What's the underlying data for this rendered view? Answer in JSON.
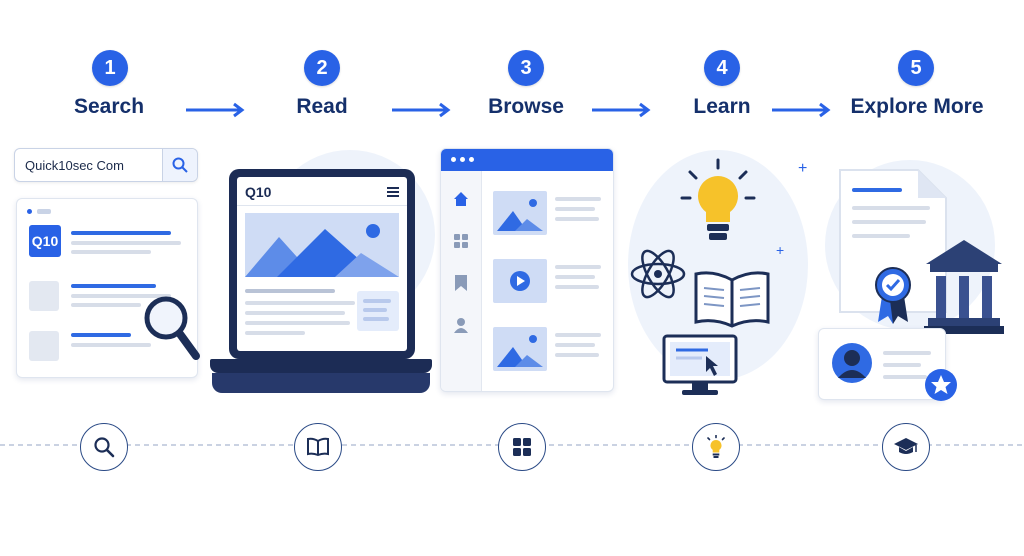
{
  "steps": [
    {
      "number": "1",
      "title": "Search",
      "bottom_icon": "search-icon"
    },
    {
      "number": "2",
      "title": "Read",
      "bottom_icon": "book-icon"
    },
    {
      "number": "3",
      "title": "Browse",
      "bottom_icon": "grid-icon"
    },
    {
      "number": "4",
      "title": "Learn",
      "bottom_icon": "lightbulb-icon"
    },
    {
      "number": "5",
      "title": "Explore More",
      "bottom_icon": "graduation-cap-icon"
    }
  ],
  "search": {
    "query": "Quick10sec Com",
    "logo": "Q10"
  },
  "laptop": {
    "logo": "Q10"
  },
  "colors": {
    "accent": "#2962e6",
    "navy": "#15306b",
    "light": "#e8eefa"
  }
}
